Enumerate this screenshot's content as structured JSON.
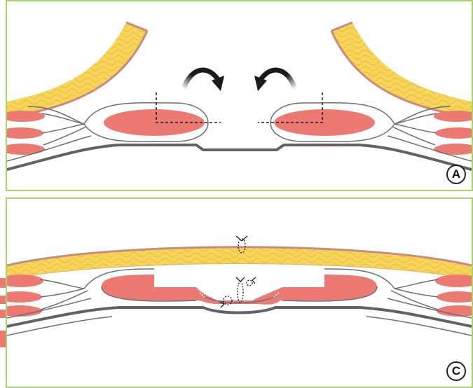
{
  "panels": [
    {
      "id": "A",
      "label": "A"
    },
    {
      "id": "C",
      "label": "C"
    }
  ],
  "colors": {
    "frame": "#a8d36a",
    "fat_fill": "#f6d55a",
    "fat_outline": "#e0b830",
    "skin": "#c98a80",
    "muscle": "#ec7a72",
    "fascia": "#6b6e73",
    "arrow": "#1a1a1a"
  },
  "icons": [
    "curved-arrow-icon",
    "suture-icon"
  ]
}
